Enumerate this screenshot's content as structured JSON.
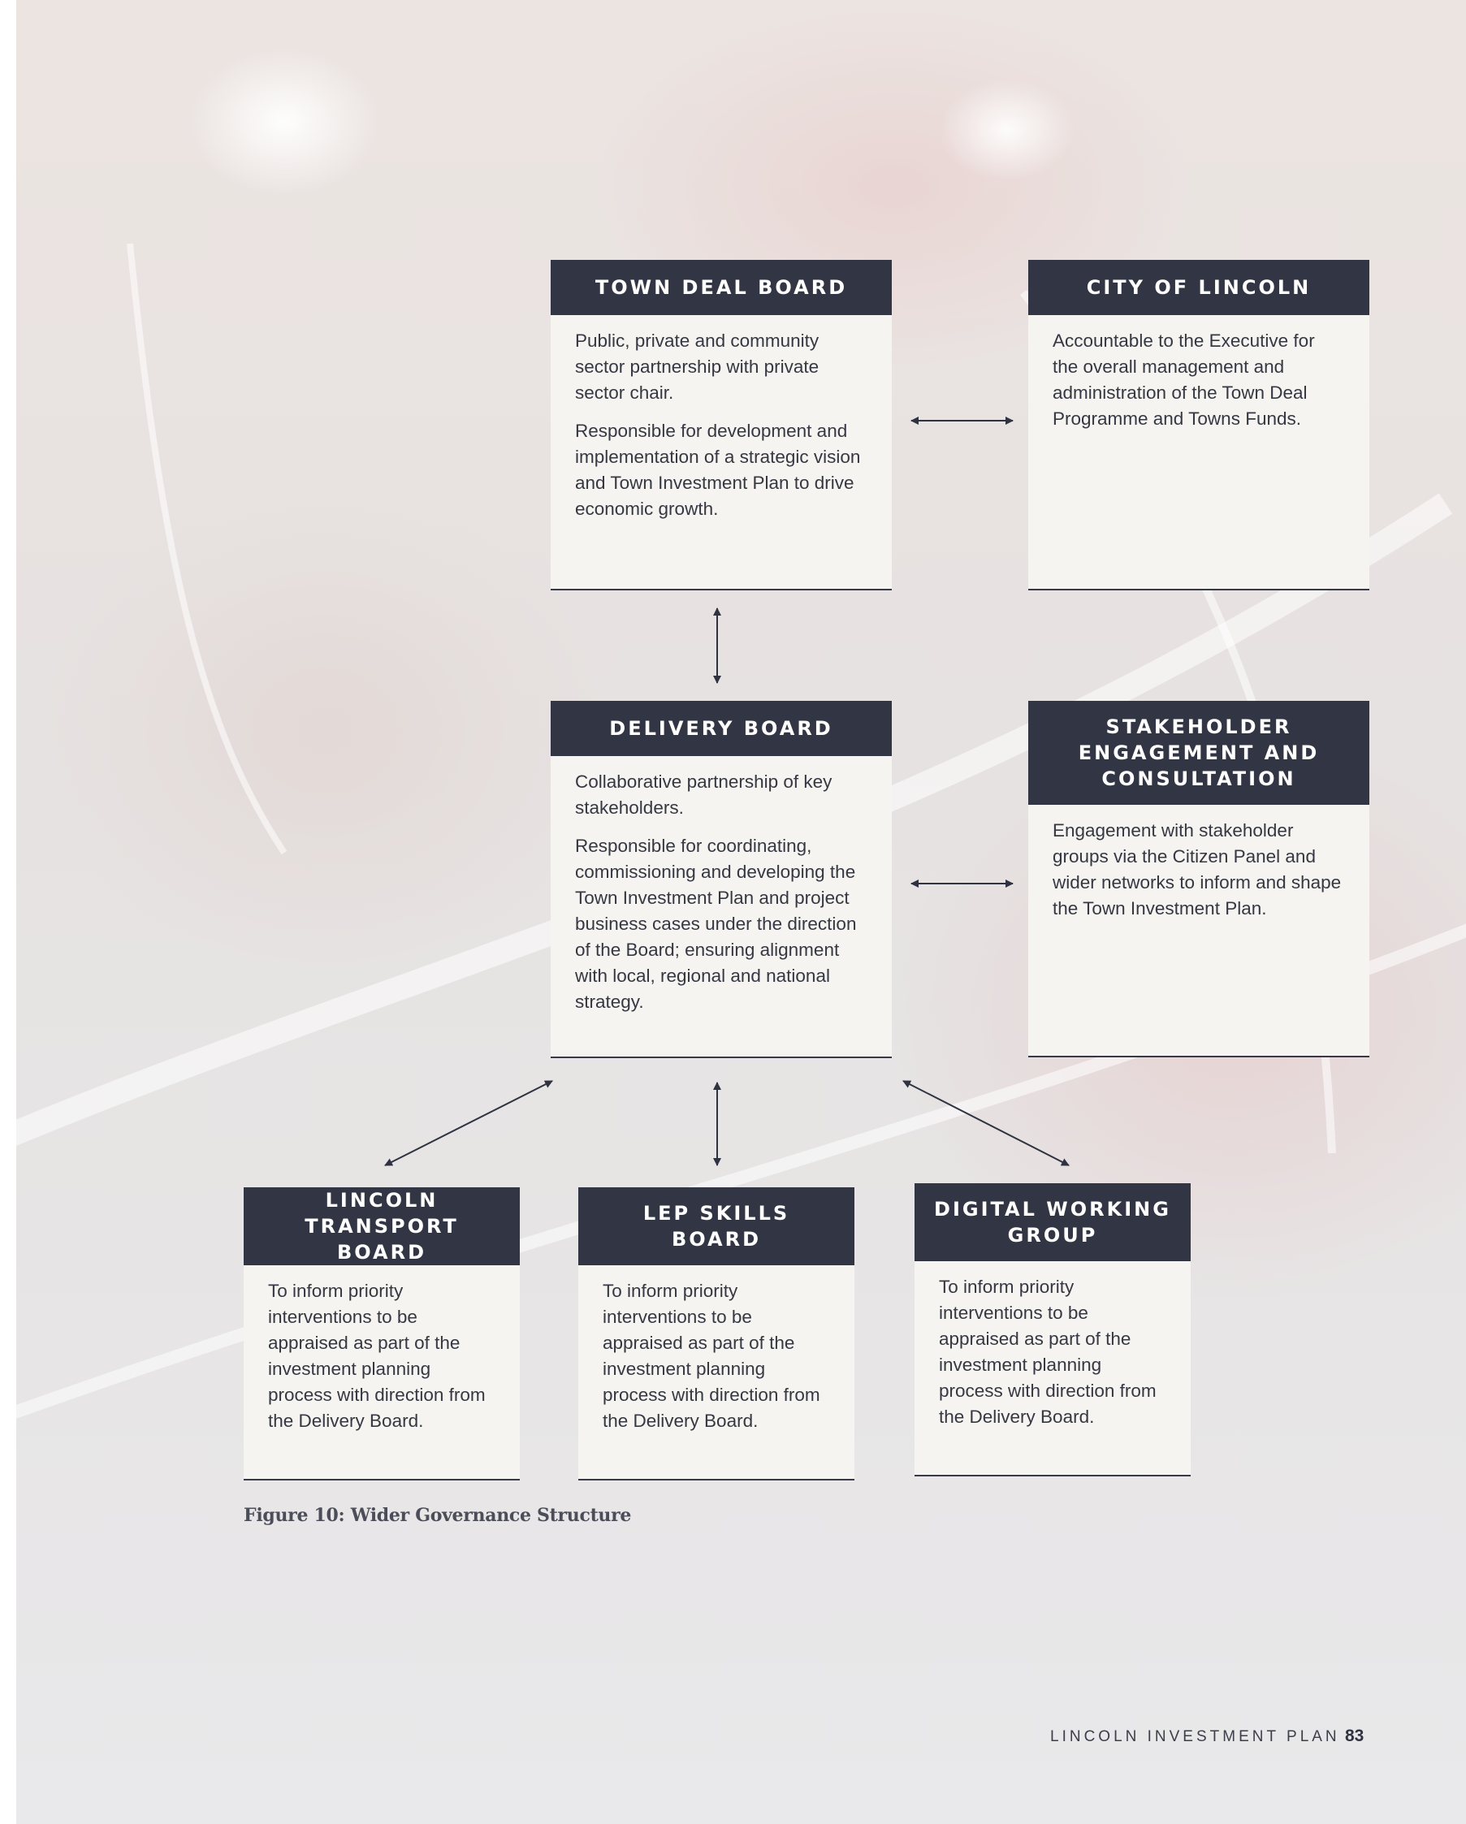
{
  "diagram": {
    "nodes": [
      {
        "id": "town-deal-board",
        "title": "TOWN DEAL BOARD",
        "paragraphs": [
          "Public, private and community sector partnership with private sector chair.",
          "Responsible for development and implementation of a strategic vision and Town Investment Plan to drive economic growth."
        ]
      },
      {
        "id": "city-of-lincoln",
        "title": "CITY OF LINCOLN",
        "paragraphs": [
          "Accountable to the Executive for the overall management and administration of the Town Deal Programme and Towns Funds."
        ]
      },
      {
        "id": "delivery-board",
        "title": "DELIVERY BOARD",
        "paragraphs": [
          "Collaborative partnership of key stakeholders.",
          "Responsible for coordinating, commissioning and developing the Town Investment Plan and project business cases under the direction of the Board; ensuring alignment with local, regional and national strategy."
        ]
      },
      {
        "id": "stakeholder-engagement",
        "title": "STAKEHOLDER ENGAGEMENT AND CONSULTATION",
        "paragraphs": [
          "Engagement with stakeholder groups via the Citizen Panel and wider networks to inform and shape the Town Investment Plan."
        ]
      },
      {
        "id": "lincoln-transport-board",
        "title": "LINCOLN TRANSPORT BOARD",
        "paragraphs": [
          "To inform priority interventions to be appraised as part of the investment planning process with direction from the Delivery Board."
        ]
      },
      {
        "id": "lep-skills-board",
        "title": "LEP SKILLS BOARD",
        "paragraphs": [
          "To inform priority interventions to be appraised as part of the investment planning process with direction from the Delivery Board."
        ]
      },
      {
        "id": "digital-working-group",
        "title": "DIGITAL WORKING GROUP",
        "paragraphs": [
          "To inform priority interventions to be appraised as part of the investment planning process with direction from the Delivery Board."
        ]
      }
    ],
    "edges": [
      {
        "from": "town-deal-board",
        "to": "city-of-lincoln",
        "direction": "both"
      },
      {
        "from": "town-deal-board",
        "to": "delivery-board",
        "direction": "both"
      },
      {
        "from": "delivery-board",
        "to": "stakeholder-engagement",
        "direction": "both"
      },
      {
        "from": "delivery-board",
        "to": "lincoln-transport-board",
        "direction": "both"
      },
      {
        "from": "delivery-board",
        "to": "lep-skills-board",
        "direction": "both"
      },
      {
        "from": "delivery-board",
        "to": "digital-working-group",
        "direction": "both"
      }
    ],
    "colors": {
      "header": "#323543",
      "box": "#f6f4f1",
      "text": "#353843",
      "arrow": "#2f3240"
    }
  },
  "caption": "Figure 10: Wider Governance Structure",
  "footer": {
    "title": "LINCOLN INVESTMENT PLAN",
    "page_number": "83"
  }
}
